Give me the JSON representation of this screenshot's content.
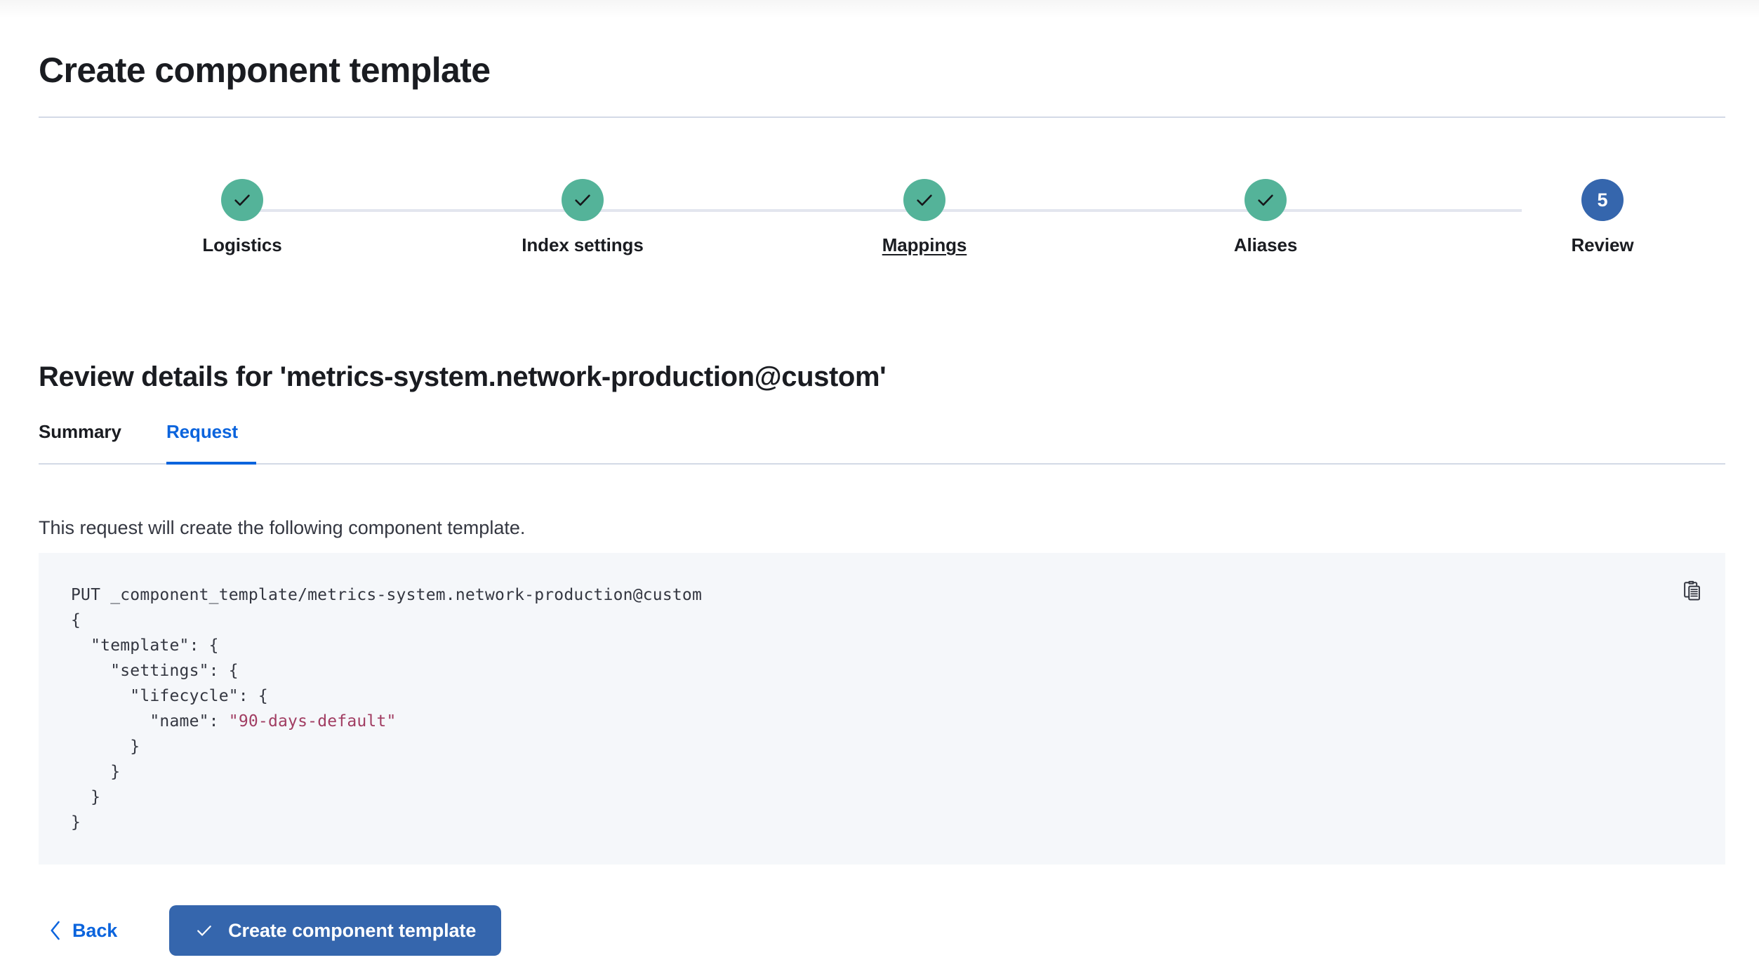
{
  "page": {
    "title": "Create component template"
  },
  "steps": {
    "items": [
      {
        "label": "Logistics",
        "state": "done",
        "icon": "check-icon",
        "number": "1",
        "hovered": false
      },
      {
        "label": "Index settings",
        "state": "done",
        "icon": "check-icon",
        "number": "2",
        "hovered": false
      },
      {
        "label": "Mappings",
        "state": "done",
        "icon": "check-icon",
        "number": "3",
        "hovered": true
      },
      {
        "label": "Aliases",
        "state": "done",
        "icon": "check-icon",
        "number": "4",
        "hovered": false
      },
      {
        "label": "Review",
        "state": "current",
        "icon": "",
        "number": "5",
        "hovered": false
      }
    ],
    "done_color": "#54b399",
    "current_color": "#3566ad",
    "line_color": "#e3e6ef"
  },
  "review": {
    "heading": "Review details for 'metrics-system.network-production@custom'",
    "tabs": [
      {
        "id": "summary",
        "label": "Summary",
        "active": false
      },
      {
        "id": "request",
        "label": "Request",
        "active": true
      }
    ],
    "active_tab_color": "#0b64dd",
    "description": "This request will create the following component template."
  },
  "code": {
    "copy_icon": "clipboard-icon",
    "line1": "PUT _component_template/metrics-system.network-production@custom",
    "line2": "{",
    "line3": "  \"template\": {",
    "line4": "    \"settings\": {",
    "line5": "      \"lifecycle\": {",
    "line6_key": "        \"name\": ",
    "line6_value": "\"90-days-default\"",
    "line7": "      }",
    "line8": "    }",
    "line9": "  }",
    "line10": "}",
    "string_color": "#a13d62",
    "background": "#f5f7fa"
  },
  "footer": {
    "back_label": "Back",
    "back_icon": "chevron-left-icon",
    "create_label": "Create component template",
    "create_icon": "check-icon",
    "create_color": "#3566ad"
  }
}
